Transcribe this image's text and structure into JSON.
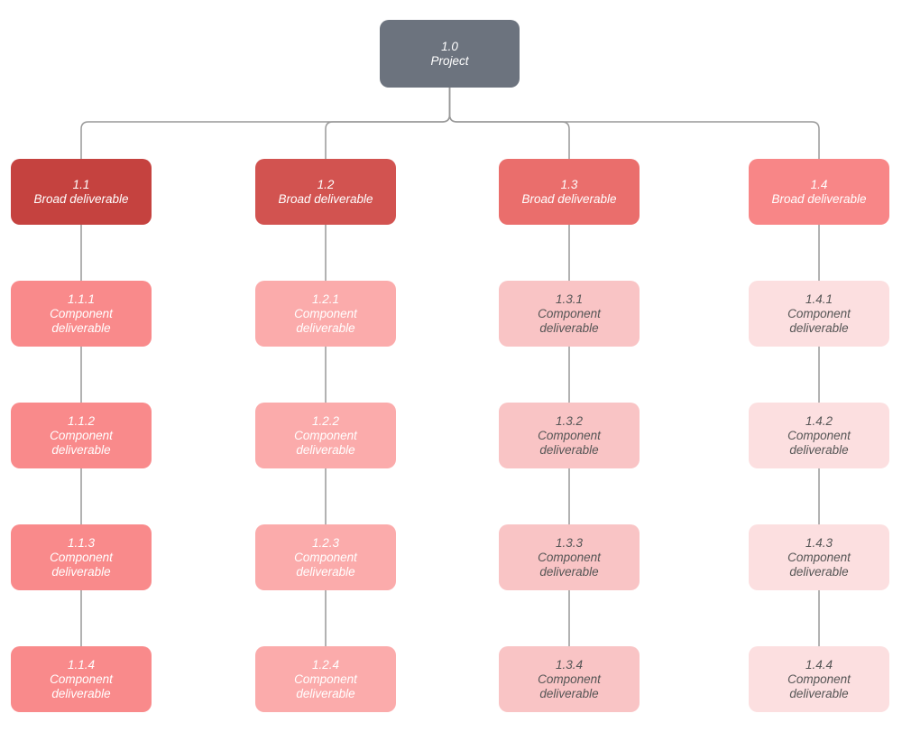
{
  "diagram": {
    "type": "work-breakdown-structure",
    "background": "#ffffff",
    "connector_color": "#999999",
    "root": {
      "id": "1.0",
      "label": "Project",
      "fill": "#6c737e",
      "text_color": "#ffffff"
    },
    "columns": [
      {
        "header": {
          "id": "1.1",
          "label": "Broad deliverable",
          "fill": "#c5423f",
          "text_color": "#ffffff"
        },
        "children": [
          {
            "id": "1.1.1",
            "label": "Component deliverable",
            "fill": "#f98a8b",
            "text_color": "#ffffff"
          },
          {
            "id": "1.1.2",
            "label": "Component deliverable",
            "fill": "#f98a8b",
            "text_color": "#ffffff"
          },
          {
            "id": "1.1.3",
            "label": "Component deliverable",
            "fill": "#f98a8b",
            "text_color": "#ffffff"
          },
          {
            "id": "1.1.4",
            "label": "Component deliverable",
            "fill": "#f98a8b",
            "text_color": "#ffffff"
          }
        ]
      },
      {
        "header": {
          "id": "1.2",
          "label": "Broad deliverable",
          "fill": "#d25350",
          "text_color": "#ffffff"
        },
        "children": [
          {
            "id": "1.2.1",
            "label": "Component deliverable",
            "fill": "#fbabab",
            "text_color": "#ffffff"
          },
          {
            "id": "1.2.2",
            "label": "Component deliverable",
            "fill": "#fbabab",
            "text_color": "#ffffff"
          },
          {
            "id": "1.2.3",
            "label": "Component deliverable",
            "fill": "#fbabab",
            "text_color": "#ffffff"
          },
          {
            "id": "1.2.4",
            "label": "Component deliverable",
            "fill": "#fbabab",
            "text_color": "#ffffff"
          }
        ]
      },
      {
        "header": {
          "id": "1.3",
          "label": "Broad deliverable",
          "fill": "#ea6e6c",
          "text_color": "#ffffff"
        },
        "children": [
          {
            "id": "1.3.1",
            "label": "Component deliverable",
            "fill": "#f9c4c5",
            "text_color": "#555555"
          },
          {
            "id": "1.3.2",
            "label": "Component deliverable",
            "fill": "#f9c4c5",
            "text_color": "#555555"
          },
          {
            "id": "1.3.3",
            "label": "Component deliverable",
            "fill": "#f9c4c5",
            "text_color": "#555555"
          },
          {
            "id": "1.3.4",
            "label": "Component deliverable",
            "fill": "#f9c4c5",
            "text_color": "#555555"
          }
        ]
      },
      {
        "header": {
          "id": "1.4",
          "label": "Broad deliverable",
          "fill": "#f88687",
          "text_color": "#ffffff"
        },
        "children": [
          {
            "id": "1.4.1",
            "label": "Component deliverable",
            "fill": "#fcdfe0",
            "text_color": "#555555"
          },
          {
            "id": "1.4.2",
            "label": "Component deliverable",
            "fill": "#fcdfe0",
            "text_color": "#555555"
          },
          {
            "id": "1.4.3",
            "label": "Component deliverable",
            "fill": "#fcdfe0",
            "text_color": "#555555"
          },
          {
            "id": "1.4.4",
            "label": "Component deliverable",
            "fill": "#fcdfe0",
            "text_color": "#555555"
          }
        ]
      }
    ]
  }
}
